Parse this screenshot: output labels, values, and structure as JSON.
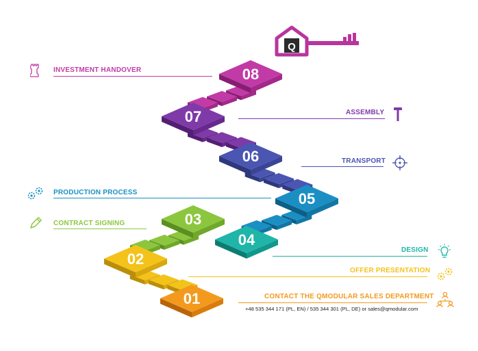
{
  "steps": [
    {
      "num": "01",
      "label": "CONTACT THE QMODULAR SALES DEPARTMENT",
      "color": "#f39a1e",
      "side": "#d97c0e",
      "side2": "#b8650a"
    },
    {
      "num": "02",
      "label": "OFFER PRESENTATION",
      "color": "#f3c31b",
      "side": "#d9a70e",
      "side2": "#bb8e0a"
    },
    {
      "num": "03",
      "label": "CONTRACT SIGNING",
      "color": "#8cc63f",
      "side": "#6fa82a",
      "side2": "#5b8f20"
    },
    {
      "num": "04",
      "label": "DESIGN",
      "color": "#1fb5a8",
      "side": "#11978b",
      "side2": "#0c7d73"
    },
    {
      "num": "05",
      "label": "PRODUCTION PROCESS",
      "color": "#1b8fc4",
      "side": "#1276a5",
      "side2": "#0d5f87"
    },
    {
      "num": "06",
      "label": "TRANSPORT",
      "color": "#4a56b1",
      "side": "#3a4596",
      "side2": "#2e387c"
    },
    {
      "num": "07",
      "label": "ASSEMBLY",
      "color": "#7f3aa8",
      "side": "#67298d",
      "side2": "#531f74"
    },
    {
      "num": "08",
      "label": "INVESTMENT HANDOVER",
      "color": "#c23aa6",
      "side": "#a3298a",
      "side2": "#861f72"
    }
  ],
  "contact_line": "+48 535 344 171 (PL, EN) / 535 344 301 (PL, DE) or sales@qmodular.com",
  "logo_letter": "Q",
  "icons": {
    "investment_handover": "chess-rook-icon",
    "assembly": "hammer-icon",
    "transport": "crosshair-icon",
    "production_process": "gears-icon",
    "contract_signing": "pen-icon",
    "design": "lightbulb-icon",
    "offer_presentation": "gears-icon",
    "contact": "people-network-icon"
  }
}
